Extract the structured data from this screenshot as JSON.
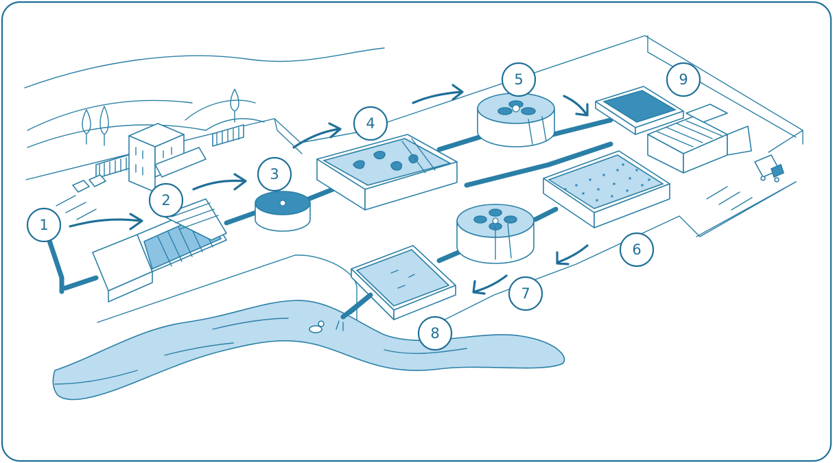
{
  "colors": {
    "frame": "#1f6f98",
    "ink": "#2a7fa6",
    "water_light": "#bcdcef",
    "water_mid": "#8cc3e3",
    "water_dark": "#3a8fba"
  },
  "steps": [
    {
      "label": "1"
    },
    {
      "label": "2"
    },
    {
      "label": "3"
    },
    {
      "label": "4"
    },
    {
      "label": "5"
    },
    {
      "label": "6"
    },
    {
      "label": "7"
    },
    {
      "label": "8"
    },
    {
      "label": "9"
    }
  ]
}
